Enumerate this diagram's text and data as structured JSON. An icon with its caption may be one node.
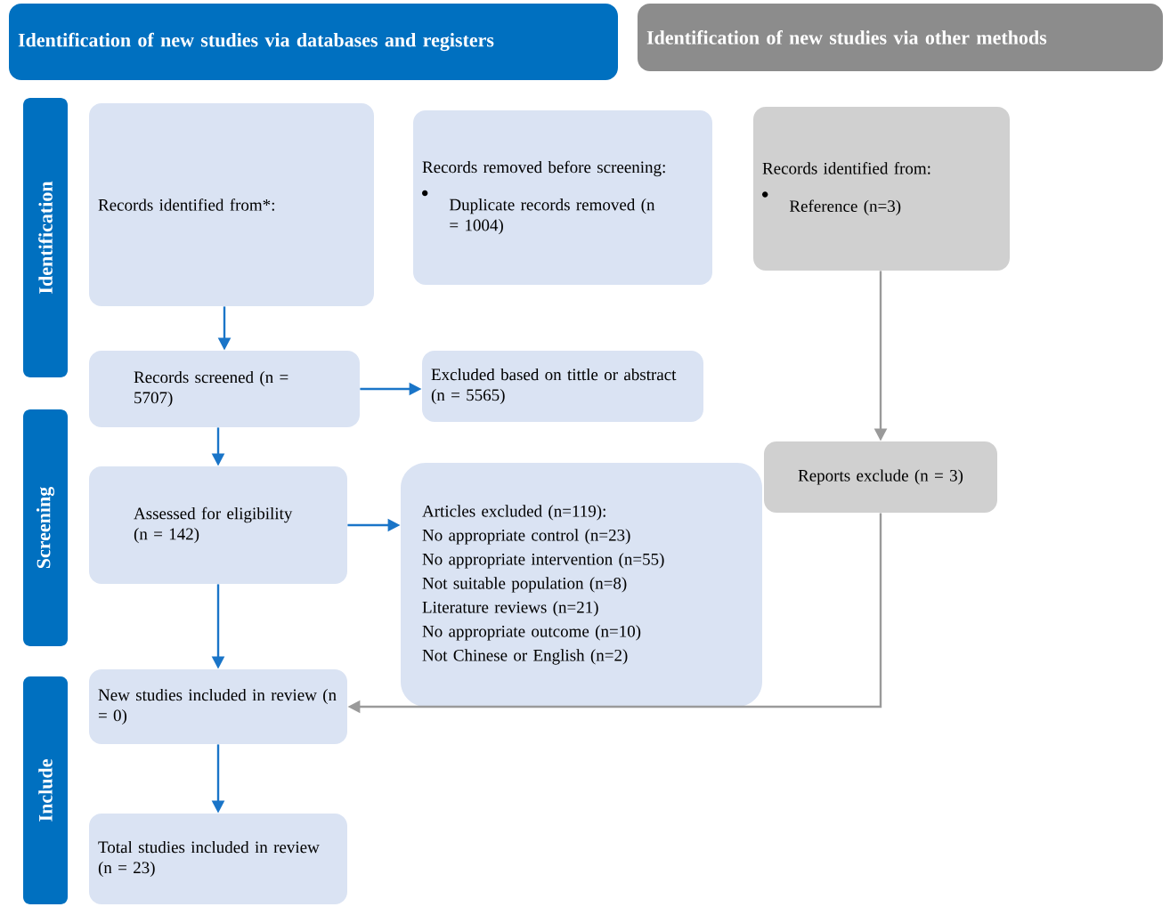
{
  "diagram": {
    "nodes": [
      {
        "text": [
          "Identification of new studies via databases and registers"
        ]
      },
      {
        "text": [
          "Identification of new studies via other methods"
        ]
      },
      {
        "text": [
          "Identification"
        ]
      },
      {
        "text": [
          "Screening"
        ]
      },
      {
        "text": [
          "Include"
        ]
      },
      {
        "text": [
          "Records identified from*:"
        ]
      },
      {
        "text": [
          "Records removed before screening:",
          "Duplicate records removed (n = 1004)"
        ]
      },
      {
        "text": [
          "Records identified from:",
          "Reference (n=3)"
        ]
      },
      {
        "text": [
          "Records screened (n = 5707)"
        ]
      },
      {
        "text": [
          "Excluded based on tittle or abstract (n = 5565)"
        ]
      },
      {
        "text": [
          "Assessed for eligibility (n = 142)"
        ]
      },
      {
        "text": [
          "Articles excluded (n=119):",
          "No appropriate control (n=23)",
          "No appropriate intervention (n=55)",
          "Not suitable population (n=8)",
          "Literature reviews (n=21)",
          "No appropriate outcome (n=10)",
          "Not Chinese or English (n=2)"
        ]
      },
      {
        "text": [
          "Reports exclude (n = 3)"
        ]
      },
      {
        "text": [
          "New studies included in review (n = 0)"
        ]
      },
      {
        "text": [
          "Total studies included in review (n = 23)"
        ]
      }
    ],
    "edges": [
      {
        "from": 5,
        "to": 8,
        "arrow": "to"
      },
      {
        "from": 8,
        "to": 9,
        "arrow": "to"
      },
      {
        "from": 8,
        "to": 10,
        "arrow": "to"
      },
      {
        "from": 10,
        "to": 11,
        "arrow": "to"
      },
      {
        "from": 10,
        "to": 13,
        "arrow": "to"
      },
      {
        "from": 13,
        "to": 14,
        "arrow": "to"
      },
      {
        "from": 7,
        "to": 12,
        "arrow": "to",
        "color": "#9a9a9a"
      },
      {
        "from": 12,
        "to": 13,
        "arrow": "to",
        "color": "#9a9a9a"
      }
    ]
  }
}
